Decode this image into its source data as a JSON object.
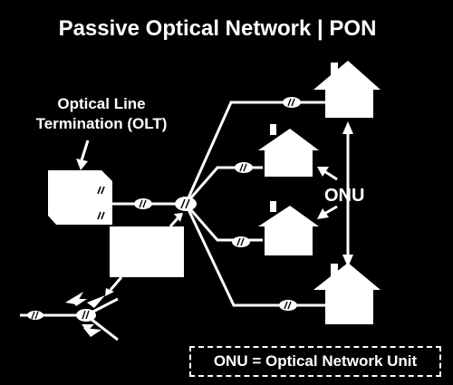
{
  "diagram": {
    "title": "Passive Optical Network | PON",
    "olt_label_line1": "Optical Line",
    "olt_label_line2": "Termination (OLT)",
    "onu_label": "ONU",
    "legend": "ONU = Optical Network Unit",
    "connector_glyph": "//"
  }
}
